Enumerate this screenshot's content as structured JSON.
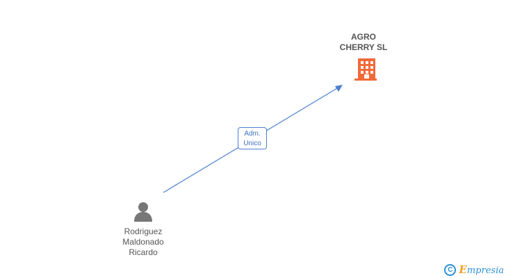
{
  "company": {
    "name_line1": "AGRO",
    "name_line2": "CHERRY SL",
    "icon": "building-icon",
    "color": "#f26a3a"
  },
  "person": {
    "name_line1": "Rodriguez",
    "name_line2": "Maldonado",
    "name_line3": "Ricardo",
    "icon": "person-icon",
    "color": "#777777"
  },
  "relation": {
    "line1": "Adm.",
    "line2": "Unico",
    "color": "#4a7fd0"
  },
  "footer": {
    "copyright_symbol": "C",
    "brand_initial": "E",
    "brand_rest": "mpresia"
  }
}
